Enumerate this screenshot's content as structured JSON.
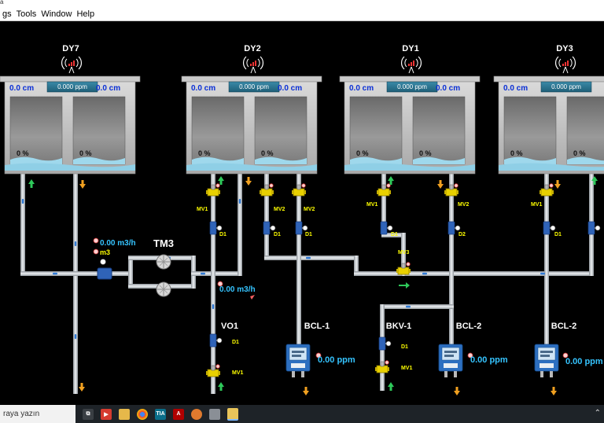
{
  "window": {
    "title_fragment": "a"
  },
  "menu": [
    "gs",
    "Tools",
    "Window",
    "Help"
  ],
  "tanks": [
    {
      "name": "DY7",
      "level_left": "0.0 cm",
      "ppm": "0.000 ppm",
      "level_right": "0.0 cm",
      "pct_left": "0 %",
      "pct_right": "0 %"
    },
    {
      "name": "DY2",
      "level_left": "0.0 cm",
      "ppm": "0.000 ppm",
      "level_right": "0.0 cm",
      "pct_left": "0 %",
      "pct_right": "0 %"
    },
    {
      "name": "DY1",
      "level_left": "0.0 cm",
      "ppm": "0.000 ppm",
      "level_right": "0.0 cm",
      "pct_left": "0 %",
      "pct_right": "0 %"
    },
    {
      "name": "DY3",
      "level_left": "0.0 cm",
      "ppm": "0.000 ppm",
      "level_right": "",
      "pct_left": "0 %",
      "pct_right": "0 %"
    }
  ],
  "valves": {
    "mv1": "MV1",
    "mv2": "MV2",
    "mv3": "MV3"
  },
  "sensors": {
    "d1": "D1",
    "d2": "D2"
  },
  "meters": {
    "flow1": "0.00 m3/h",
    "vol1": "m3",
    "flow2": "0.00 m3/h"
  },
  "pump_station": "TM3",
  "lines": {
    "vo1": "VO1",
    "bcl1": "BCL-1",
    "bkv1": "BKV-1",
    "bcl2": "BCL-2",
    "bcl2b": "BCL-2"
  },
  "analyzers": {
    "ppm": "0.00 ppm"
  },
  "taskbar": {
    "search": "raya yazın",
    "apps": [
      "task-view",
      "app-red",
      "folder",
      "chrome",
      "tia-portal",
      "autocad",
      "app-orange",
      "files",
      "scada-runtime"
    ]
  },
  "colors": {
    "pipe": "#c9ced3",
    "value_blue": "#0a2fd6",
    "cyan": "#35c4ff",
    "yellow": "#ffff00",
    "water": "#9fd8ec",
    "tank": "#c9c9c9"
  }
}
